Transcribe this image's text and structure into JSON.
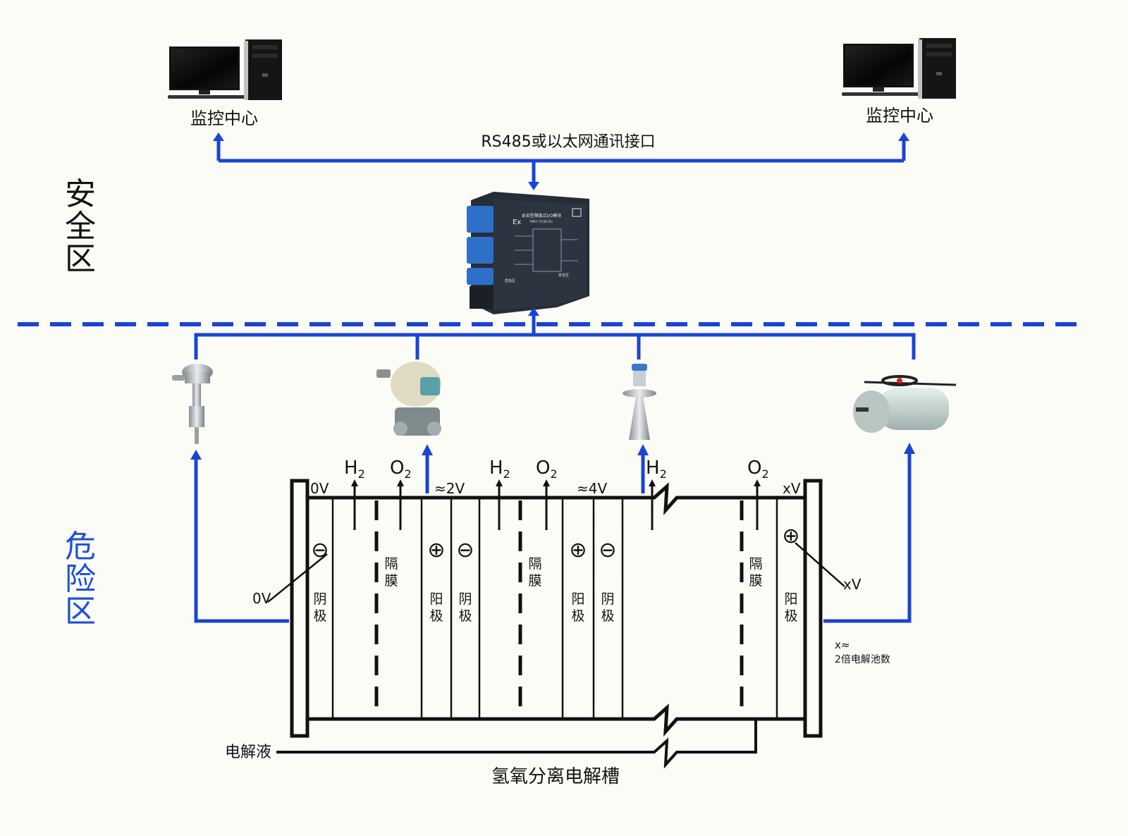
{
  "safe_zone": {
    "label": "安全区",
    "monitors": [
      {
        "label": "监控中心"
      },
      {
        "label": "监控中心"
      }
    ],
    "comm_label": "RS485或以太网通讯接口",
    "module": {
      "ex_mark": "Ex",
      "title": "本安型隔离式I/O模块",
      "model": "PAH-7230.Ex",
      "hazard_side": "危险区",
      "safe_side": "安全区"
    }
  },
  "hazard_zone": {
    "label": "危险区",
    "devices": [
      {
        "name": "temperature-sensor"
      },
      {
        "name": "pressure-transmitter"
      },
      {
        "name": "radar-level-meter"
      },
      {
        "name": "electric-actuator"
      }
    ],
    "electrolyzer": {
      "title": "氢氧分离电解槽",
      "electrolyte_label": "电解液",
      "voltages": {
        "left": "0V",
        "mid1": "≈2V",
        "mid2": "≈4V",
        "right": "xV"
      },
      "terminal_left": "0V",
      "terminal_right": "xV",
      "note_line1": "x≈",
      "note_line2": "2倍电解池数",
      "gases": [
        "H",
        "O",
        "H",
        "O",
        "H",
        "O"
      ],
      "gas_subscript": "2",
      "cathode": "阴极",
      "anode": "阳极",
      "membrane": "隔膜",
      "plus_symbol": "⊕",
      "minus_symbol": "⊖"
    }
  },
  "colors": {
    "link_blue": "#1a44d6",
    "line_black": "#111111",
    "background": "#fcfcf7",
    "hazard_text": "#1f4fd8"
  }
}
